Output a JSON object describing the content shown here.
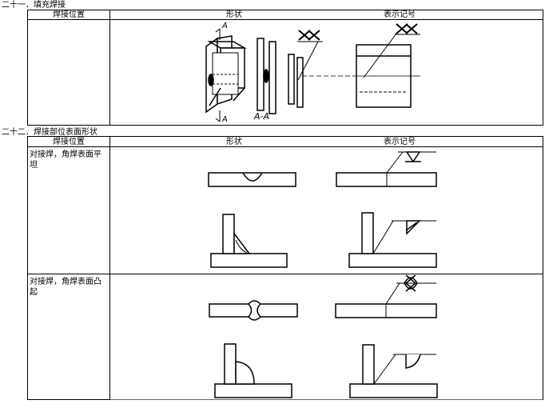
{
  "section21": {
    "title": "二十一．填充焊接",
    "headers": [
      "焊接位置",
      "形状",
      "表示记号"
    ],
    "section_label": "A-A",
    "cut_label": "A"
  },
  "section22": {
    "title": "二十二．焊接部位表面形状",
    "headers": [
      "焊接位置",
      "形状",
      "表示记号"
    ],
    "rows": [
      {
        "position": "对接焊，角焊表面平坦"
      },
      {
        "position": "对接焊，角焊表面凸起"
      }
    ]
  }
}
